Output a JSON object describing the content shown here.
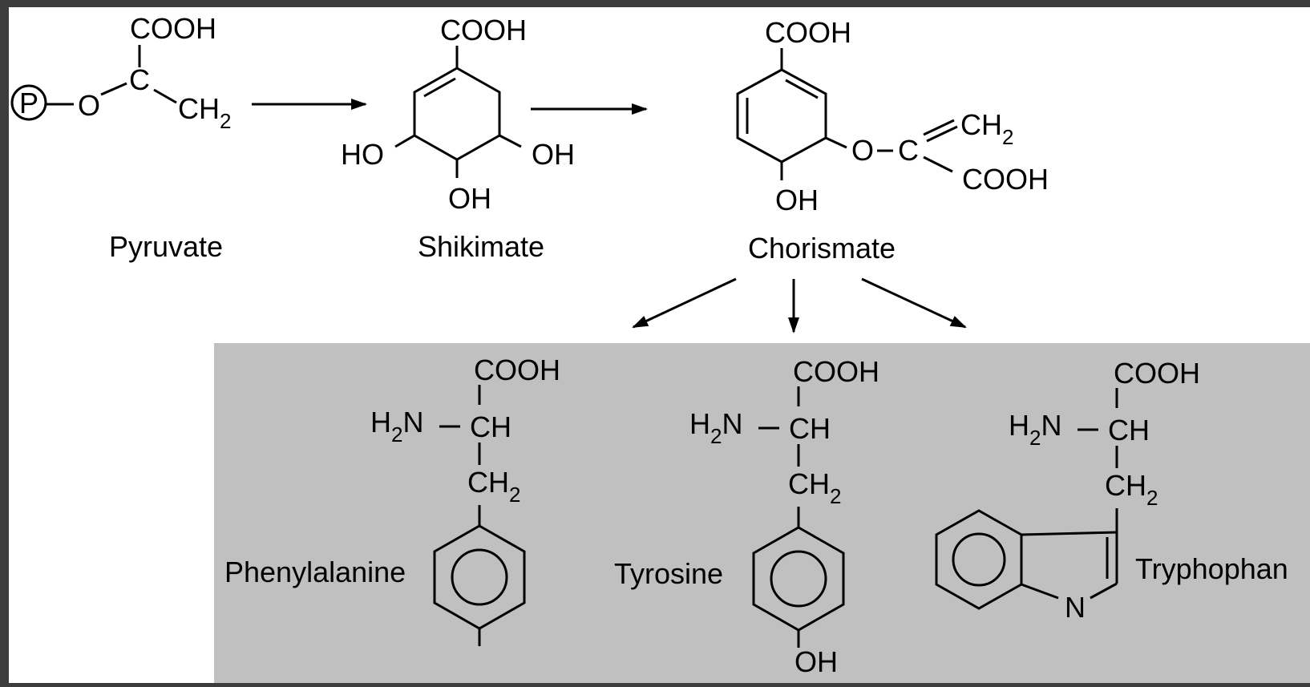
{
  "colors": {
    "frame": "#3c3c3c",
    "panel": "#ffffff",
    "amino_box": "#c0c0c0",
    "ink": "#000000"
  },
  "atoms": {
    "cooh": "COOH",
    "c": "C",
    "ch": "CH",
    "o": "O",
    "oh": "OH",
    "ho": "HO",
    "p": "P",
    "n": "N",
    "h": "H",
    "two": "2"
  },
  "compounds": {
    "pyruvate": "Pyruvate",
    "shikimate": "Shikimate",
    "chorismate": "Chorismate",
    "phenylalanine": "Phenylalanine",
    "tyrosine": "Tyrosine",
    "tryptophan": "Tryphophan"
  }
}
